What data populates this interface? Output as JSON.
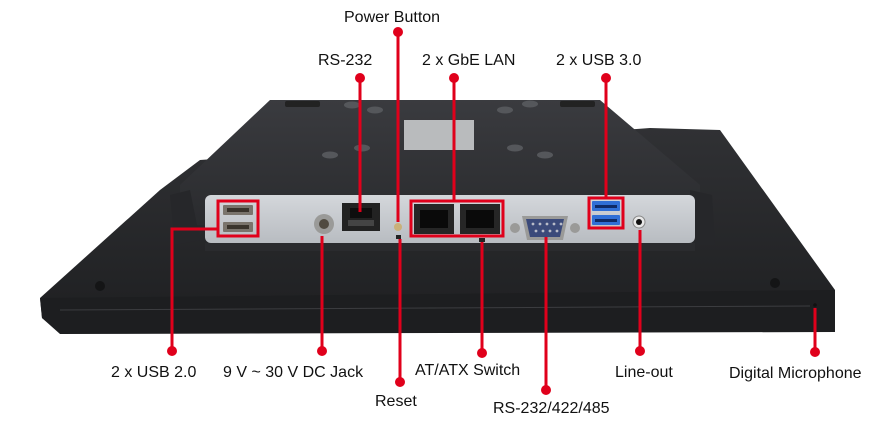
{
  "colors": {
    "callout": "#e0001b",
    "chassis": "#2c2d30",
    "io_panel": "#c9ccd0",
    "usb3_blue": "#2f6fd6",
    "text": "#111111"
  },
  "callouts": {
    "power_button": "Power Button",
    "rs232": "RS-232",
    "gbe_lan": "2 x GbE LAN",
    "usb30": "2 x USB 3.0",
    "usb20": "2 x USB 2.0",
    "dc_jack": "9 V ~ 30 V DC Jack",
    "reset": "Reset",
    "at_atx_switch": "AT/ATX Switch",
    "rs232_422_485": "RS-232/422/485",
    "line_out": "Line-out",
    "digital_microphone": "Digital Microphone"
  }
}
